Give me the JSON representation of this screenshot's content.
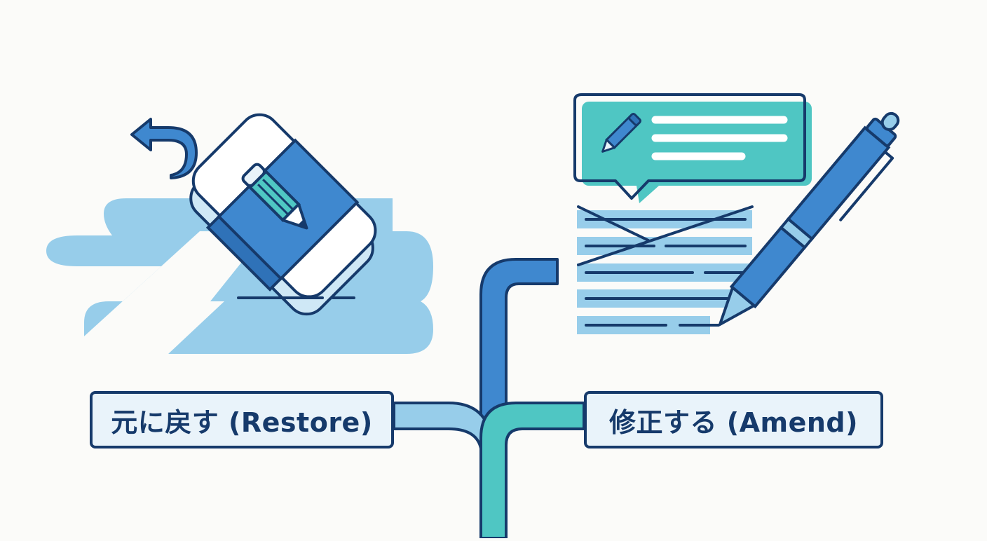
{
  "labels": {
    "restore": "元に戻す (Restore)",
    "amend": "修正する (Amend)"
  },
  "colors": {
    "background": "#fbfbf9",
    "outline": "#163a6b",
    "primary_blue": "#3f88cf",
    "dark_blue": "#2f72b8",
    "light_blue": "#97cdea",
    "teal": "#4fc6c3",
    "white": "#ffffff",
    "label_fill": "#e9f3fa"
  },
  "illustration": {
    "left_panel": {
      "concept": "restore",
      "icons": [
        "undo-arrow-icon",
        "eraser-icon",
        "pencil-icon"
      ],
      "erased_trail": "light-blue-swash"
    },
    "right_panel": {
      "concept": "amend",
      "icons": [
        "speech-bubble-icon",
        "pencil-icon",
        "pen-icon",
        "crossed-out-document"
      ],
      "bubble_text_lines": 3,
      "document_lines": 5
    },
    "connector": {
      "branches": [
        "restore",
        "amend"
      ]
    }
  }
}
